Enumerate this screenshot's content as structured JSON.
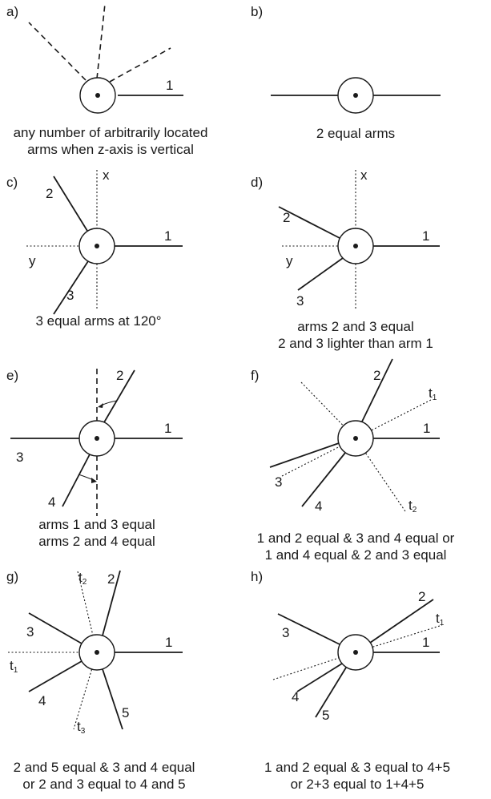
{
  "panels": {
    "a": {
      "letter": "a)",
      "arm1": "1",
      "caption": [
        "any number of arbitrarily located",
        "arms when z-axis is vertical"
      ]
    },
    "b": {
      "letter": "b)",
      "caption": [
        "2 equal arms"
      ]
    },
    "c": {
      "letter": "c)",
      "arm1": "1",
      "arm2": "2",
      "arm3": "3",
      "x": "x",
      "y": "y",
      "caption": [
        "3 equal arms at 120°"
      ]
    },
    "d": {
      "letter": "d)",
      "arm1": "1",
      "arm2": "2",
      "arm3": "3",
      "x": "x",
      "y": "y",
      "caption": [
        "arms 2 and 3 equal",
        "2 and 3 lighter than arm 1"
      ]
    },
    "e": {
      "letter": "e)",
      "arm1": "1",
      "arm2": "2",
      "arm3": "3",
      "arm4": "4",
      "caption": [
        "arms 1 and 3 equal",
        "arms 2 and 4 equal"
      ]
    },
    "f": {
      "letter": "f)",
      "arm1": "1",
      "arm2": "2",
      "arm3": "3",
      "arm4": "4",
      "t1": "t",
      "t1sub": "1",
      "t2": "t",
      "t2sub": "2",
      "caption": [
        "1 and 2 equal & 3 and 4 equal or",
        "1 and 4 equal & 2 and 3 equal"
      ]
    },
    "g": {
      "letter": "g)",
      "arm1": "1",
      "arm2": "2",
      "arm3": "3",
      "arm4": "4",
      "arm5": "5",
      "t1": "t",
      "t1sub": "1",
      "t2": "t",
      "t2sub": "2",
      "t3": "t",
      "t3sub": "3",
      "caption": [
        "2 and 5 equal & 3 and 4 equal",
        "or 2 and 3 equal to 4 and 5"
      ]
    },
    "h": {
      "letter": "h)",
      "arm1": "1",
      "arm2": "2",
      "arm3": "3",
      "arm4": "4",
      "arm5": "5",
      "t1": "t",
      "t1sub": "1",
      "caption": [
        "1 and 2 equal & 3 equal to 4+5",
        "or 2+3 equal to 1+4+5"
      ]
    }
  }
}
